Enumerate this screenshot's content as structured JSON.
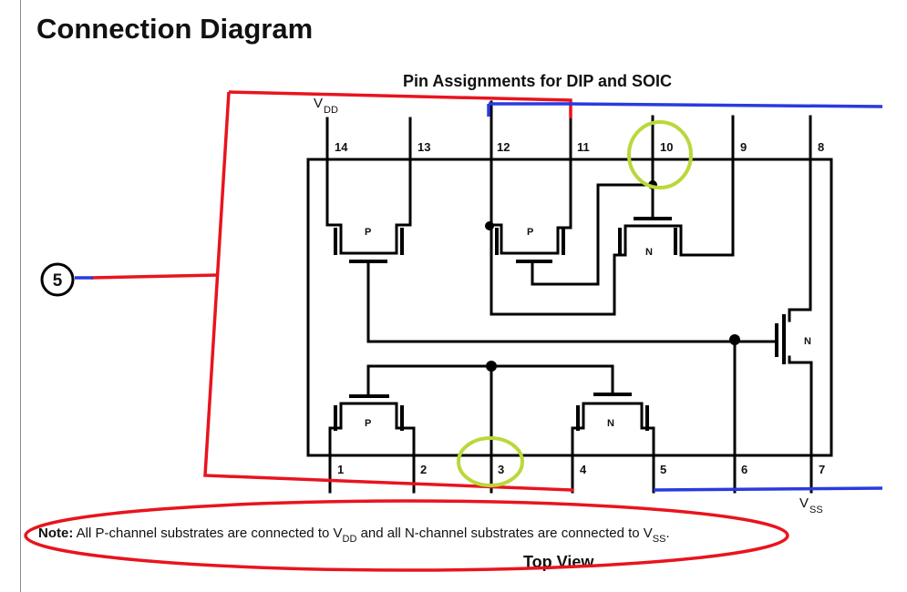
{
  "header": {
    "title": "Connection Diagram",
    "subtitle": "Pin Assignments for DIP and SOIC"
  },
  "rails": {
    "vdd": {
      "main": "V",
      "sub": "DD"
    },
    "vss": {
      "main": "V",
      "sub": "SS"
    }
  },
  "pins": [
    {
      "num": "1"
    },
    {
      "num": "2"
    },
    {
      "num": "3"
    },
    {
      "num": "4"
    },
    {
      "num": "5"
    },
    {
      "num": "6"
    },
    {
      "num": "7"
    },
    {
      "num": "8"
    },
    {
      "num": "9"
    },
    {
      "num": "10"
    },
    {
      "num": "11"
    },
    {
      "num": "12"
    },
    {
      "num": "13"
    },
    {
      "num": "14"
    }
  ],
  "transistors": {
    "p1": "P",
    "p2": "P",
    "p3": "P",
    "n1": "N",
    "n2": "N",
    "n3": "N"
  },
  "callout": {
    "number": "5"
  },
  "note": {
    "bold": "Note:",
    "part1": " All P-channel substrates are connected to V",
    "sub1": "DD",
    "part2": " and all N-channel substrates are connected to V",
    "sub2": "SS",
    "end": "."
  },
  "footer": {
    "view_label": "Top View"
  },
  "colors": {
    "annotation_red": "#e8141e",
    "annotation_blue": "#2a3ae0",
    "highlight_green": "#b9d83a",
    "wire_black": "#000000"
  }
}
